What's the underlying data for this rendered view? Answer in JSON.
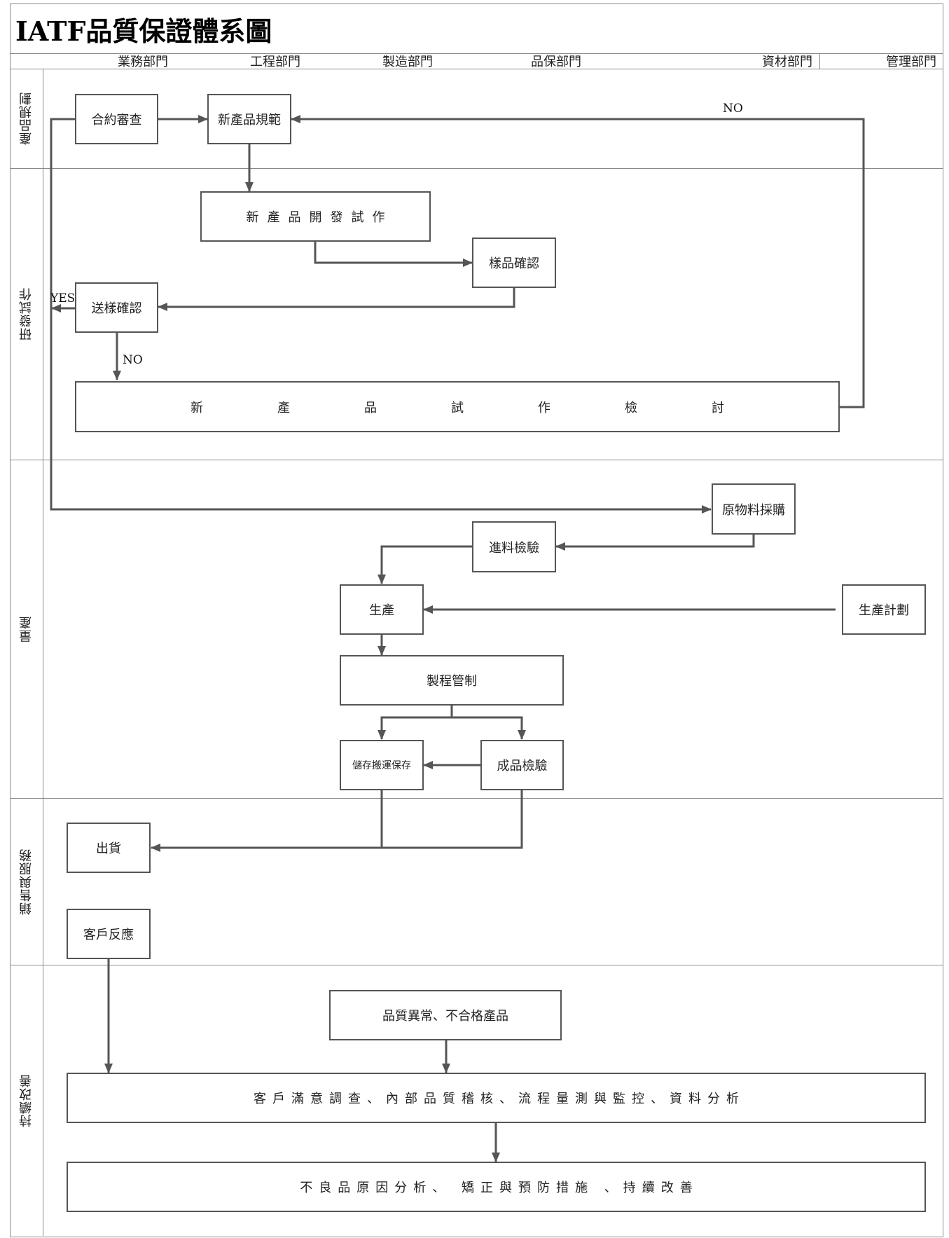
{
  "title": "IATF品質保證體系圖",
  "departments": [
    "業務部門",
    "工程部門",
    "製造部門",
    "品保部門",
    "資材部門",
    "管理部門"
  ],
  "lanes": [
    "產品規劃",
    "研發試作",
    "量產",
    "銷售與服務",
    "持續改善"
  ],
  "boxes": {
    "contract_review": "合約審查",
    "new_product_spec": "新產品規範",
    "new_product_dev": "新產品開發試作",
    "sample_confirm": "樣品確認",
    "send_sample_confirm": "送樣確認",
    "trial_review_chars": [
      "新",
      "產",
      "品",
      "試",
      "作",
      "檢",
      "討"
    ],
    "raw_material_purchase": "原物料採購",
    "incoming_inspection": "進料檢驗",
    "production": "生產",
    "production_plan": "生產計劃",
    "process_control": "製程管制",
    "storage_handling": "儲存搬運保存",
    "finished_inspection": "成品檢驗",
    "shipment": "出貨",
    "customer_feedback": "客戶反應",
    "quality_abnormal": "品質異常、不合格產品",
    "analysis": "客戶滿意調查、內部品質稽核、流程量測與監控、資料分析",
    "improvement": "不良品原因分析、 矯正與預防措施 、持續改善"
  },
  "labels": {
    "no_top": "NO",
    "yes": "YES",
    "no_mid": "NO"
  },
  "colors": {
    "line": "#555555",
    "grid": "#8a8a8a"
  }
}
